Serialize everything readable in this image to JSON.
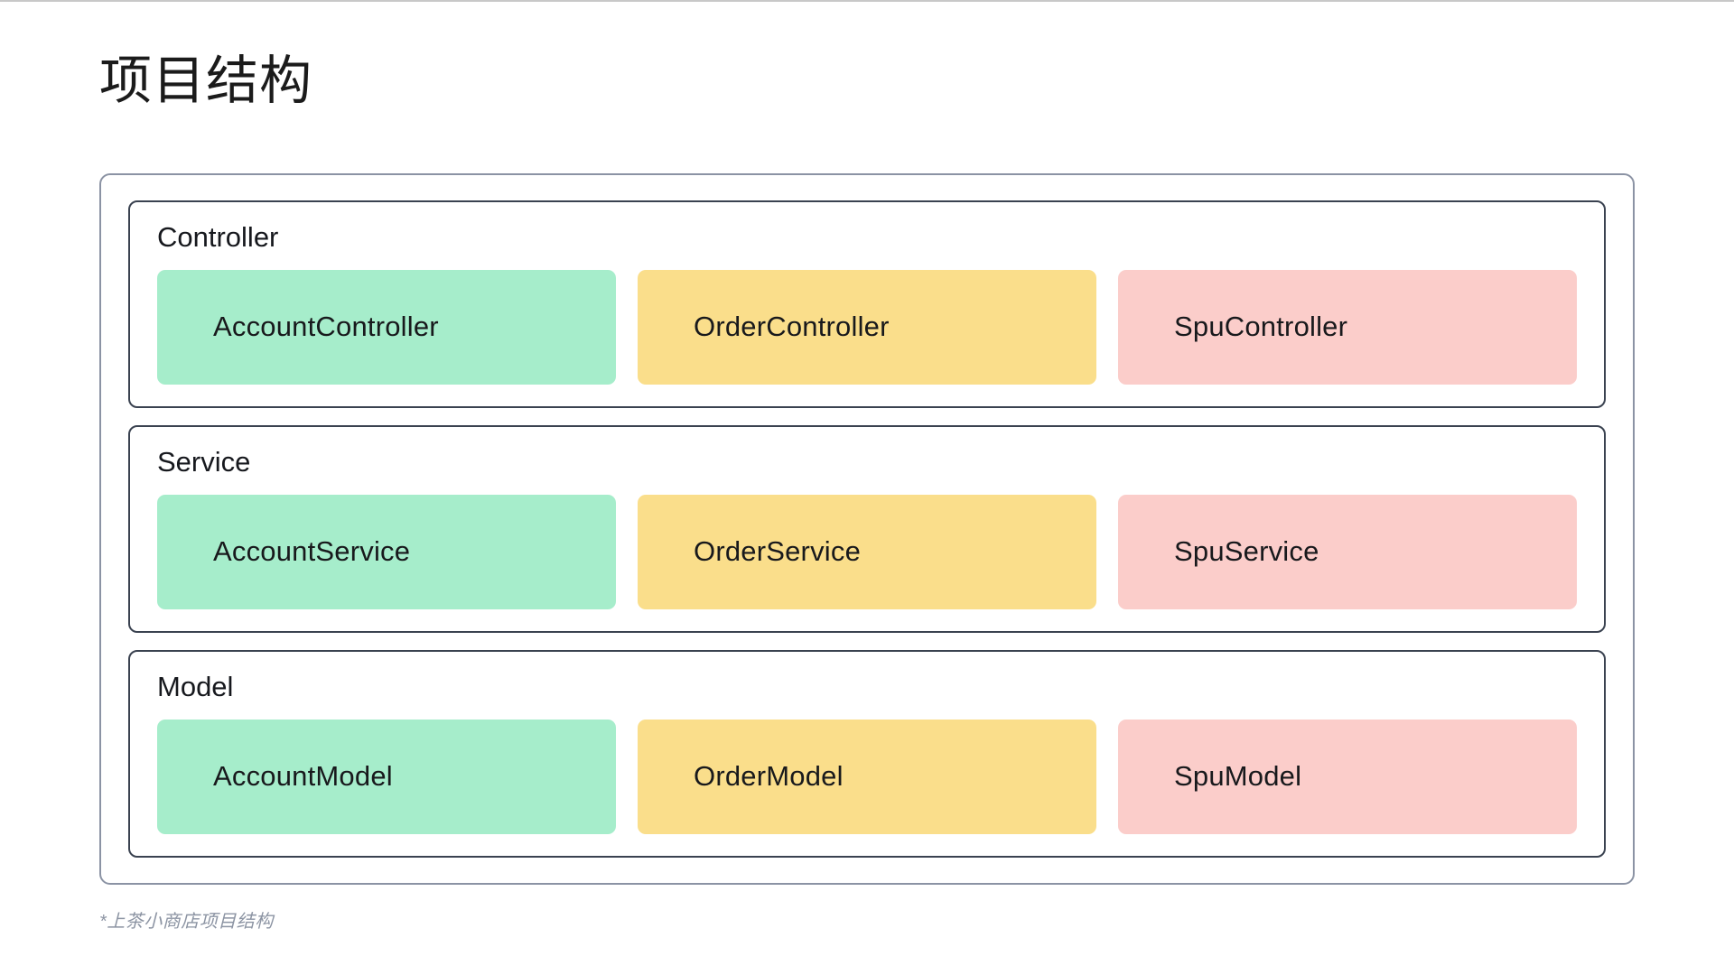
{
  "page": {
    "title": "项目结构",
    "footnote": "*上茶小商店项目结构",
    "top_rule_color": "#c8c8c8",
    "background": "#ffffff"
  },
  "colors": {
    "outer_border": "#8b93a4",
    "layer_border": "#3a4250",
    "green": "#a6edcb",
    "yellow": "#fade8b",
    "pink": "#fbcdca",
    "text": "#16181d",
    "footnote_text": "#8c94a3"
  },
  "diagram": {
    "layers": [
      {
        "title": "Controller",
        "items": [
          {
            "label": "AccountController",
            "color": "green"
          },
          {
            "label": "OrderController",
            "color": "yellow"
          },
          {
            "label": "SpuController",
            "color": "pink"
          }
        ]
      },
      {
        "title": "Service",
        "items": [
          {
            "label": "AccountService",
            "color": "green"
          },
          {
            "label": "OrderService",
            "color": "yellow"
          },
          {
            "label": "SpuService",
            "color": "pink"
          }
        ]
      },
      {
        "title": "Model",
        "items": [
          {
            "label": "AccountModel",
            "color": "green"
          },
          {
            "label": "OrderModel",
            "color": "yellow"
          },
          {
            "label": "SpuModel",
            "color": "pink"
          }
        ]
      }
    ]
  }
}
